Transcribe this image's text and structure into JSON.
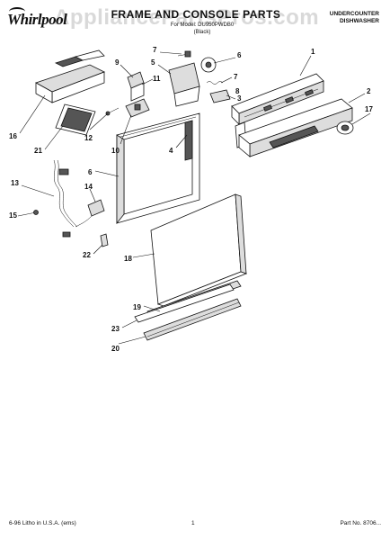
{
  "header": {
    "brand": "Whirlpool",
    "title": "FRAME AND CONSOLE PARTS",
    "model_line": "For Model: DU950PWDB0",
    "color_note": "(Black)",
    "appliance_type_line1": "UNDERCOUNTER",
    "appliance_type_line2": "DISHWASHER"
  },
  "watermark": "AppliancePartsPros.com",
  "callouts": {
    "n1": "1",
    "n2": "2",
    "n3": "3",
    "n4": "4",
    "n5": "5",
    "n6": "6",
    "n6b": "6",
    "n7": "7",
    "n7b": "7",
    "n8": "8",
    "n9": "9",
    "n10": "10",
    "n11": "11",
    "n12": "12",
    "n13": "13",
    "n14": "14",
    "n15": "15",
    "n16": "16",
    "n17": "17",
    "n18": "18",
    "n19": "19",
    "n20": "20",
    "n21": "21",
    "n22": "22",
    "n23": "23"
  },
  "footer": {
    "left": "6-96 Litho in U.S.A. (ems)",
    "center": "1",
    "right": "Part No. 8706..."
  }
}
